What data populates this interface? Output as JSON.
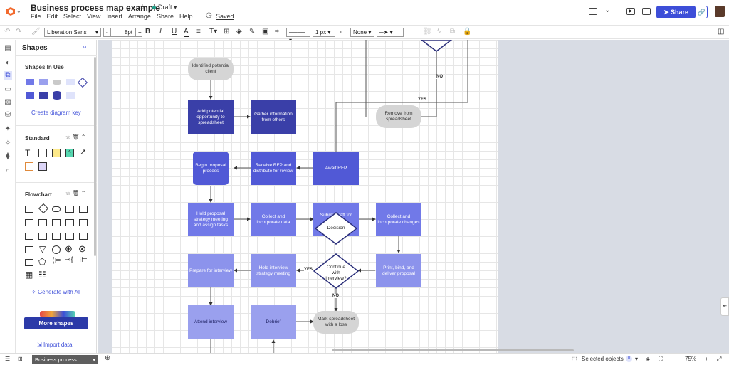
{
  "app": {
    "document_title": "Business process map example",
    "status": "Draft",
    "saved_label": "Saved",
    "menus": [
      "File",
      "Edit",
      "Select",
      "View",
      "Insert",
      "Arrange",
      "Share",
      "Help"
    ],
    "share_label": "Share"
  },
  "toolbar": {
    "font_family": "Liberation Sans",
    "font_size": "8pt",
    "line_width": "1 px",
    "arrow_start": "None",
    "bold": "B",
    "italic": "I",
    "underline": "U",
    "text_color": "A"
  },
  "panel": {
    "title": "Shapes",
    "section_in_use": "Shapes In Use",
    "create_key": "Create diagram key",
    "section_standard": "Standard",
    "section_flowchart": "Flowchart",
    "generate_ai": "Generate with AI",
    "more_shapes": "More shapes",
    "import_data": "Import data"
  },
  "canvas": {
    "nodes": {
      "identified": "Identified potential client",
      "add_opportunity": "Add potential opportunity to spreadsheet",
      "gather": "Gather information from others",
      "remove": "Remove from spreadsheet",
      "begin": "Begin proposal process",
      "receive_rfp": "Receive RFP and distribute for review",
      "await_rfp": "Await RFP",
      "hold_proposal": "Hold proposal strategy meeting and assign tasks",
      "collect_data": "Collect and incorporate data",
      "submit": "Submit draft for review",
      "decision": "Decision",
      "collect_changes": "Collect and incorporate changes",
      "prepare": "Prepare for interview",
      "hold_interview": "Hold interview strategy meeting",
      "continue": "Continue with interview?",
      "print": "Print, bind, and deliver proposal",
      "attend": "Attend interview",
      "debrief": "Debrief",
      "mark_loss": "Mark spreadsheet with a loss"
    },
    "labels": {
      "no_top": "NO",
      "yes_top": "YES",
      "yes_left": "YES",
      "no_bottom": "NO"
    }
  },
  "bottom": {
    "page_tab": "Business process ...",
    "selected_objects": "Selected objects",
    "selected_count": "0",
    "zoom": "75%"
  },
  "colors": {
    "accent": "#3d4ed8",
    "dark_node": "#3a3fa8",
    "mid_node": "#5159d6",
    "light_node": "#7179e8",
    "pale_node": "#9aa0ee",
    "terminal": "#d5d5d5"
  }
}
